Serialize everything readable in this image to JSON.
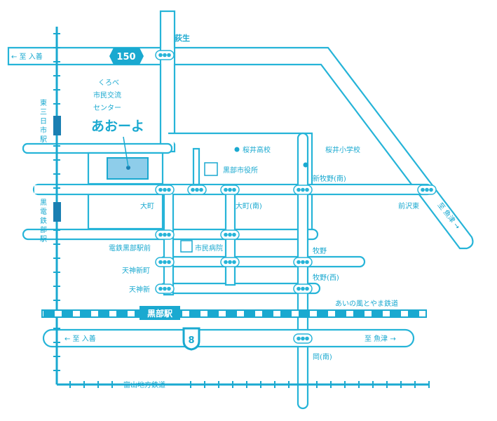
{
  "roads": {
    "route150": "150",
    "route8": "8",
    "to_nyuzen_top": "← 至 入善",
    "to_nyuzen_bottom": "← 至 入善",
    "to_uozu_bottom": "至 魚津 →",
    "to_uozu_diagonal": "至 魚津 →"
  },
  "places": {
    "ogyu": "荻生",
    "kurobe_city_center": [
      "くろべ",
      "市民交流",
      "センター"
    ],
    "aoyo": "あおーよ",
    "sakurai_high": "桜井高校",
    "sakurai_elementary": "桜井小学校",
    "city_hall": "黒部市役所",
    "city_hospital": "市民病院"
  },
  "intersections": {
    "omachi": "大町",
    "omachi_minami": "大町(南)",
    "shin_makino_minami": "新牧野(南)",
    "mae_sawa_higashi": "前沢東",
    "dentetsu_kurobe_ekimae": "電鉄黒部駅前",
    "makino": "牧野",
    "tenjin_shinmachi": "天神新町",
    "makino_nishi": "牧野(西)",
    "tenjin_shin": "天神新",
    "oka_minami": "岡(南)"
  },
  "railways": {
    "ainokaze": "あいの風とやま鉄道",
    "toyama_chiho": "富山地方鉄道",
    "kurobe_station": "黒部駅",
    "higashi_mikkaichi_station": "東三日市駅",
    "kurobe_dentetsu_station": "黒電鉄部駅"
  },
  "colors": {
    "road_outline": "#26b4d8",
    "building_fill": "#8ecdea",
    "rail_dark": "#1aa9d0"
  }
}
